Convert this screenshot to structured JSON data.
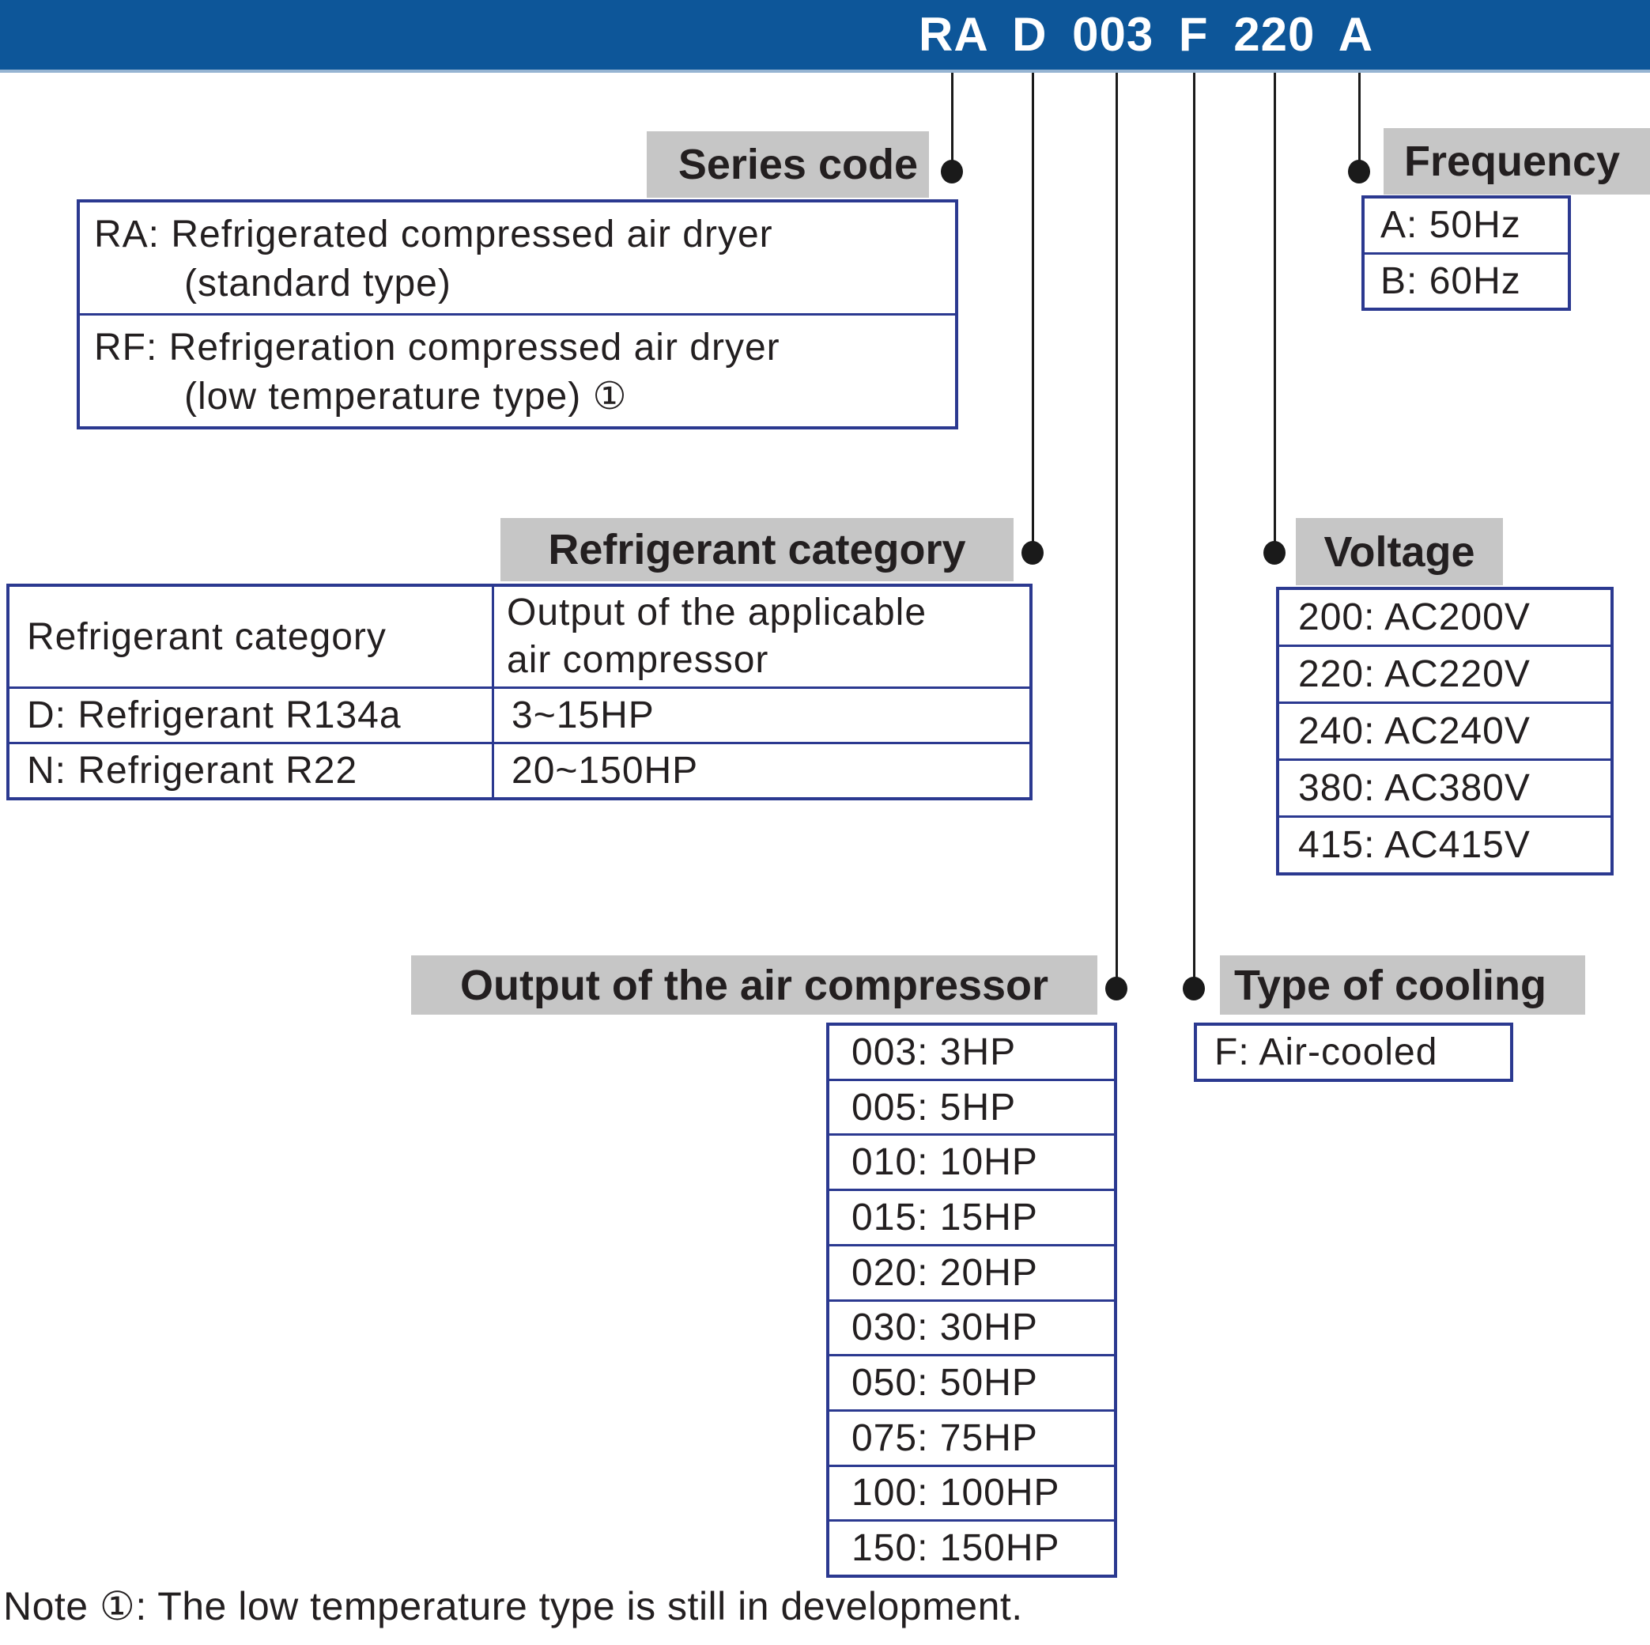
{
  "banner": {
    "model_code": "RA D 003 F 220 A"
  },
  "series_code": {
    "label": "Series code",
    "entries": [
      {
        "line1": "RA: Refrigerated compressed air dryer",
        "line2": "(standard type)"
      },
      {
        "line1": "RF: Refrigeration compressed air dryer",
        "line2": "(low temperature type) ①"
      }
    ]
  },
  "frequency": {
    "label": "Frequency",
    "items": [
      "A: 50Hz",
      "B: 60Hz"
    ]
  },
  "refrigerant": {
    "label": "Refrigerant category",
    "header_col1": "Refrigerant category",
    "header_col2_line1": "Output of the applicable",
    "header_col2_line2": "air compressor",
    "rows": [
      {
        "category": "D: Refrigerant R134a",
        "output": "3~15HP"
      },
      {
        "category": "N: Refrigerant R22",
        "output": "20~150HP"
      }
    ]
  },
  "voltage": {
    "label": "Voltage",
    "items": [
      "200: AC200V",
      "220: AC220V",
      "240: AC240V",
      "380: AC380V",
      "415: AC415V"
    ]
  },
  "output_compressor": {
    "label": "Output of the air compressor",
    "items": [
      "003: 3HP",
      "005: 5HP",
      "010: 10HP",
      "015: 15HP",
      "020: 20HP",
      "030: 30HP",
      "050: 50HP",
      "075: 75HP",
      "100: 100HP",
      "150: 150HP"
    ]
  },
  "cooling": {
    "label": "Type of cooling",
    "items": [
      "F: Air-cooled"
    ]
  },
  "note": "Note ①: The low temperature type is still in development.",
  "colors": {
    "banner_bg": "#0d5699",
    "banner_underline": "#96b4d2",
    "box_border": "#2b3990",
    "label_bg": "#c6c6c6",
    "text": "#231f20",
    "connector": "#1a1a1a"
  }
}
